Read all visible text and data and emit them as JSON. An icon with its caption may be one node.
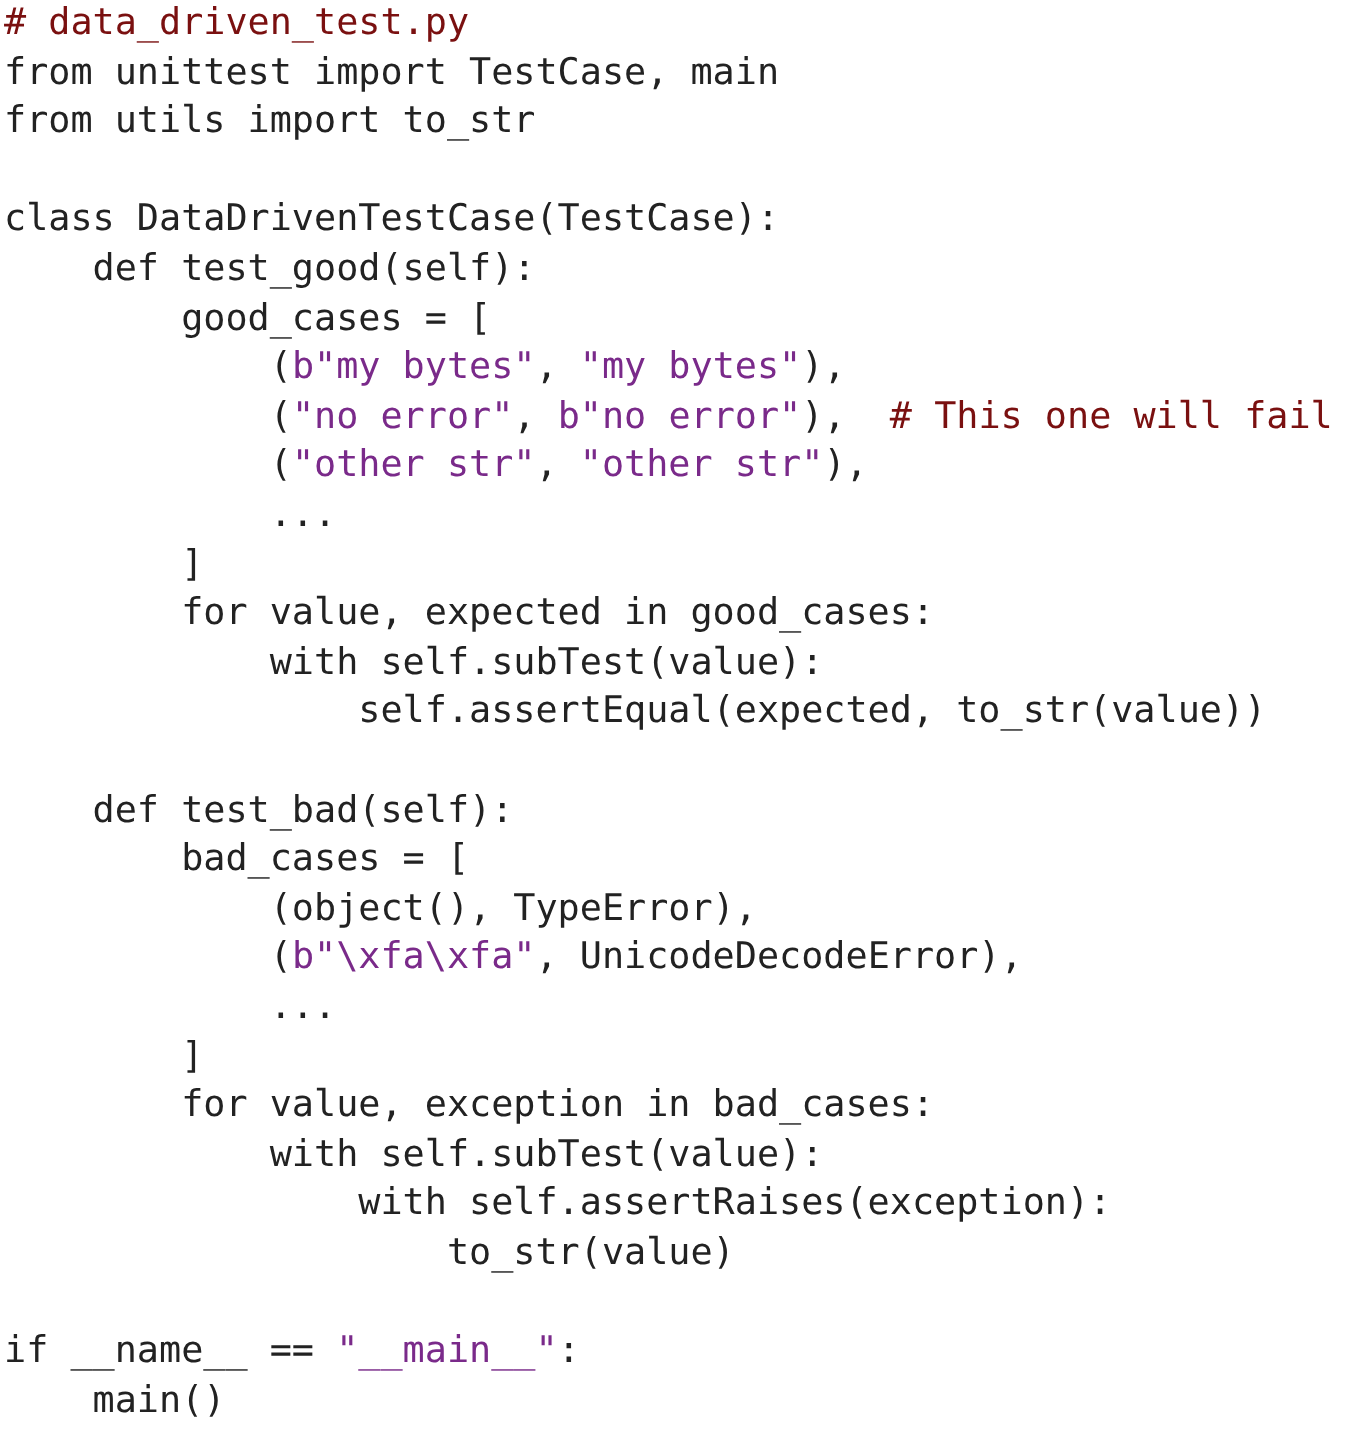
{
  "diagram": {
    "labels": [
      "# data_driven_test.py",
      "from unittest import TestCase, main",
      "from utils import to_str",
      "class DataDrivenTestCase(TestCase):",
      "    def test_good(self):",
      "        good_cases = [",
      "            (b\"my bytes\", \"my bytes\"),",
      "            (\"no error\", b\"no error\"),  # This one will fail",
      "            (\"other str\", \"other str\"),",
      "            ...",
      "        ]",
      "        for value, expected in good_cases:",
      "            with self.subTest(value):",
      "                self.assertEqual(expected, to_str(value))",
      "    def test_bad(self):",
      "        bad_cases = [",
      "            (object(), TypeError),",
      "            (b\"\\xfa\\xfa\", UnicodeDecodeError),",
      "            ...",
      "        ]",
      "        for value, exception in bad_cases:",
      "            with self.subTest(value):",
      "                with self.assertRaises(exception):",
      "                    to_str(value)",
      "if __name__ == \"__main__\":",
      "    main()"
    ]
  }
}
